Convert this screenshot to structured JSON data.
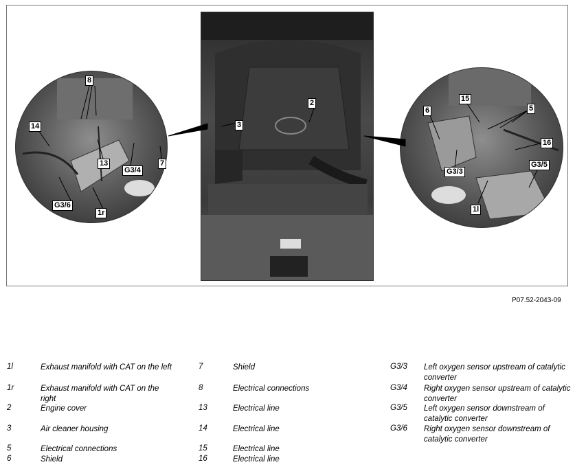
{
  "photo_id": "P07.52-2043-09",
  "callouts": {
    "left": [
      "8",
      "14",
      "13",
      "G3/4",
      "7",
      "G3/6",
      "1r"
    ],
    "center": [
      "3",
      "2"
    ],
    "right": [
      "15",
      "5",
      "6",
      "16",
      "G3/3",
      "G3/5",
      "1l"
    ]
  },
  "legend": [
    [
      {
        "key": "1l",
        "desc": "Exhaust manifold with CAT on the left"
      },
      {
        "key": "1r",
        "desc": "Exhaust manifold with CAT on the right"
      },
      {
        "key": "2",
        "desc": "Engine cover"
      },
      {
        "key": "3",
        "desc": "Air cleaner housing"
      },
      {
        "key": "5",
        "desc": "Electrical connections"
      },
      {
        "key": "6",
        "desc": "Shield"
      }
    ],
    [
      {
        "key": "7",
        "desc": "Shield"
      },
      {
        "key": "8",
        "desc": "Electrical connections"
      },
      {
        "key": "13",
        "desc": "Electrical line"
      },
      {
        "key": "14",
        "desc": "Electrical line"
      },
      {
        "key": "15",
        "desc": "Electrical line"
      },
      {
        "key": "16",
        "desc": "Electrical line"
      }
    ],
    [
      {
        "key": "G3/3",
        "desc": "Left oxygen sensor upstream of catalytic converter"
      },
      {
        "key": "G3/4",
        "desc": "Right oxygen sensor upstream of catalytic converter"
      },
      {
        "key": "G3/5",
        "desc": "Left oxygen sensor downstream of catalytic converter"
      },
      {
        "key": "G3/6",
        "desc": "Right oxygen sensor downstream of catalytic converter"
      }
    ]
  ]
}
